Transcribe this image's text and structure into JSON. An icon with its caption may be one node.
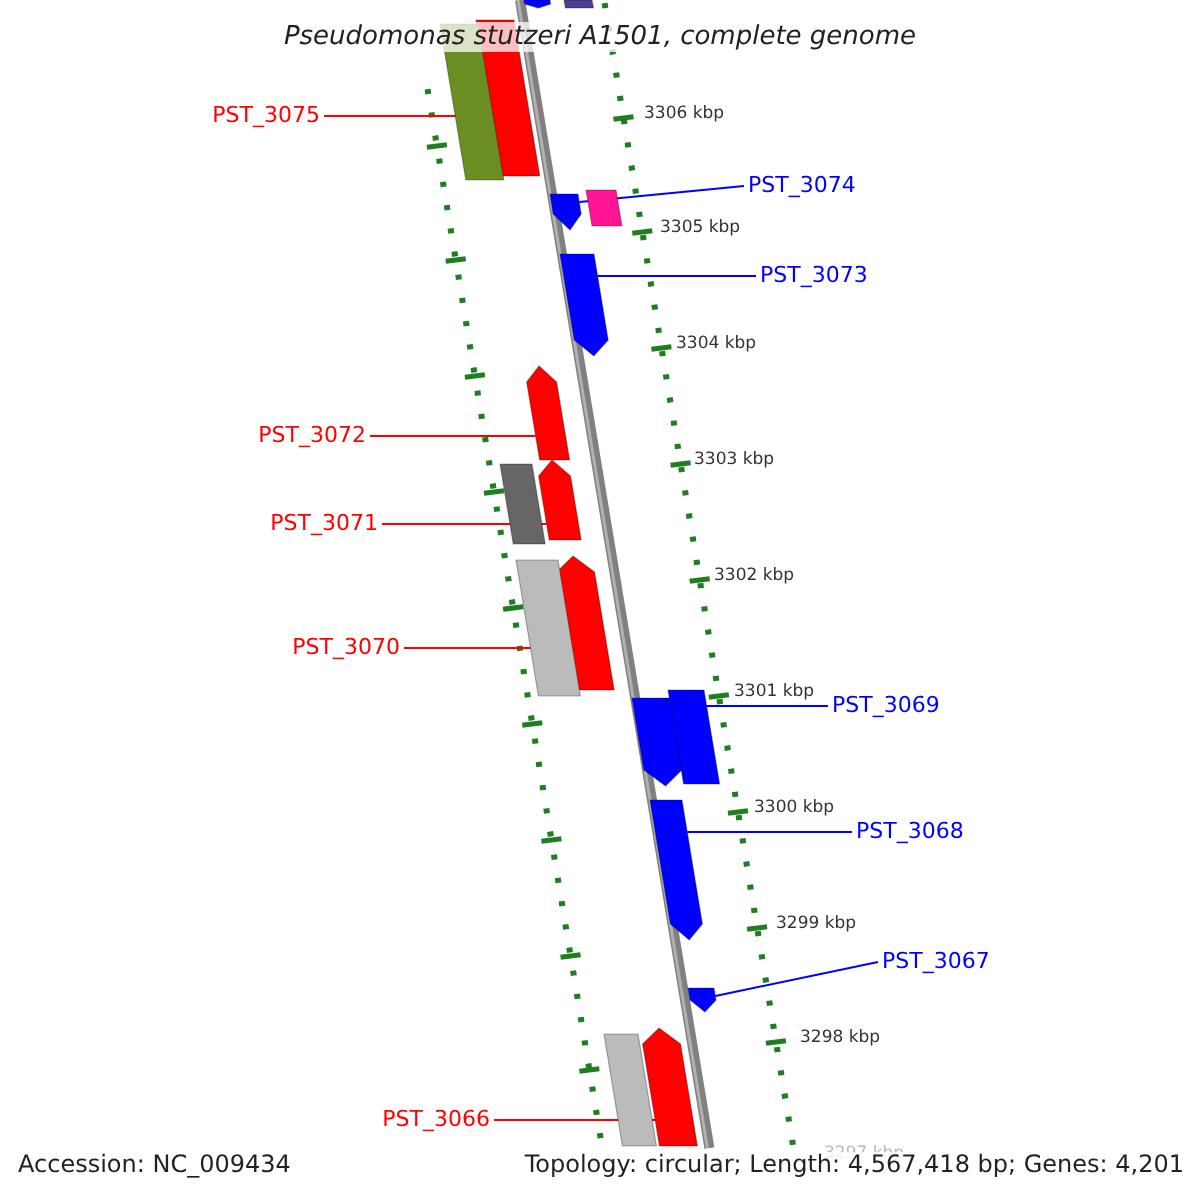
{
  "diagram": {
    "title": "Pseudomonas stutzeri A1501, complete genome",
    "nodes": [
      {
        "text": [
          "PST_3075"
        ]
      },
      {
        "text": [],
        "shape": "bar"
      },
      {
        "text": [
          "PST_3074"
        ]
      },
      {
        "text": [],
        "shape": "bar"
      },
      {
        "text": [
          "PST_3073"
        ]
      },
      {
        "text": [],
        "shape": "bar"
      },
      {
        "text": [
          "PST_3072"
        ]
      },
      {
        "text": [],
        "shape": "bar"
      },
      {
        "text": [
          "PST_3071"
        ]
      },
      {
        "text": [],
        "shape": "bar"
      },
      {
        "text": [
          "PST_3070"
        ]
      },
      {
        "text": [],
        "shape": "bar"
      },
      {
        "text": [
          "PST_3069"
        ]
      },
      {
        "text": [],
        "shape": "bar"
      },
      {
        "text": [
          "PST_3068"
        ]
      },
      {
        "text": [],
        "shape": "bar"
      },
      {
        "text": [
          "PST_3067"
        ]
      },
      {
        "text": [],
        "shape": "bar"
      },
      {
        "text": [
          "PST_3066"
        ]
      },
      {
        "text": [],
        "shape": "bar"
      },
      {
        "text": [],
        "shape": "bar"
      },
      {
        "text": [],
        "shape": "bar"
      },
      {
        "text": [],
        "shape": "bar"
      },
      {
        "text": [],
        "shape": "bar"
      },
      {
        "text": [],
        "shape": "bar"
      },
      {
        "text": [],
        "shape": "bar"
      },
      {
        "text": [],
        "shape": "bar"
      },
      {
        "text": [],
        "shape": "bar"
      }
    ],
    "edges": [
      {
        "from": 0,
        "to": 1,
        "arrow": "none",
        "color": "#ff0000"
      },
      {
        "from": 2,
        "to": 3,
        "arrow": "none",
        "color": "#0000ff"
      },
      {
        "from": 4,
        "to": 5,
        "arrow": "none",
        "color": "#0000ff"
      },
      {
        "from": 6,
        "to": 7,
        "arrow": "none",
        "color": "#ff0000"
      },
      {
        "from": 8,
        "to": 9,
        "arrow": "none",
        "color": "#ff0000"
      },
      {
        "from": 10,
        "to": 11,
        "arrow": "none",
        "color": "#ff0000"
      },
      {
        "from": 12,
        "to": 13,
        "arrow": "none",
        "color": "#0000ff"
      },
      {
        "from": 14,
        "to": 15,
        "arrow": "none",
        "color": "#0000ff"
      },
      {
        "from": 16,
        "to": 17,
        "arrow": "none",
        "color": "#0000ff"
      },
      {
        "from": 18,
        "to": 19,
        "arrow": "none",
        "color": "#ff0000"
      }
    ],
    "labels": [
      "3306 kbp",
      "3305 kbp",
      "3304 kbp",
      "3303 kbp",
      "3302 kbp",
      "3301 kbp",
      "3300 kbp",
      "3299 kbp",
      "3298 kbp",
      "3297 kbp",
      "Accession: NC_009434",
      "Topology: circular; Length: 4,567,418 bp; Genes: 4,201"
    ]
  }
}
